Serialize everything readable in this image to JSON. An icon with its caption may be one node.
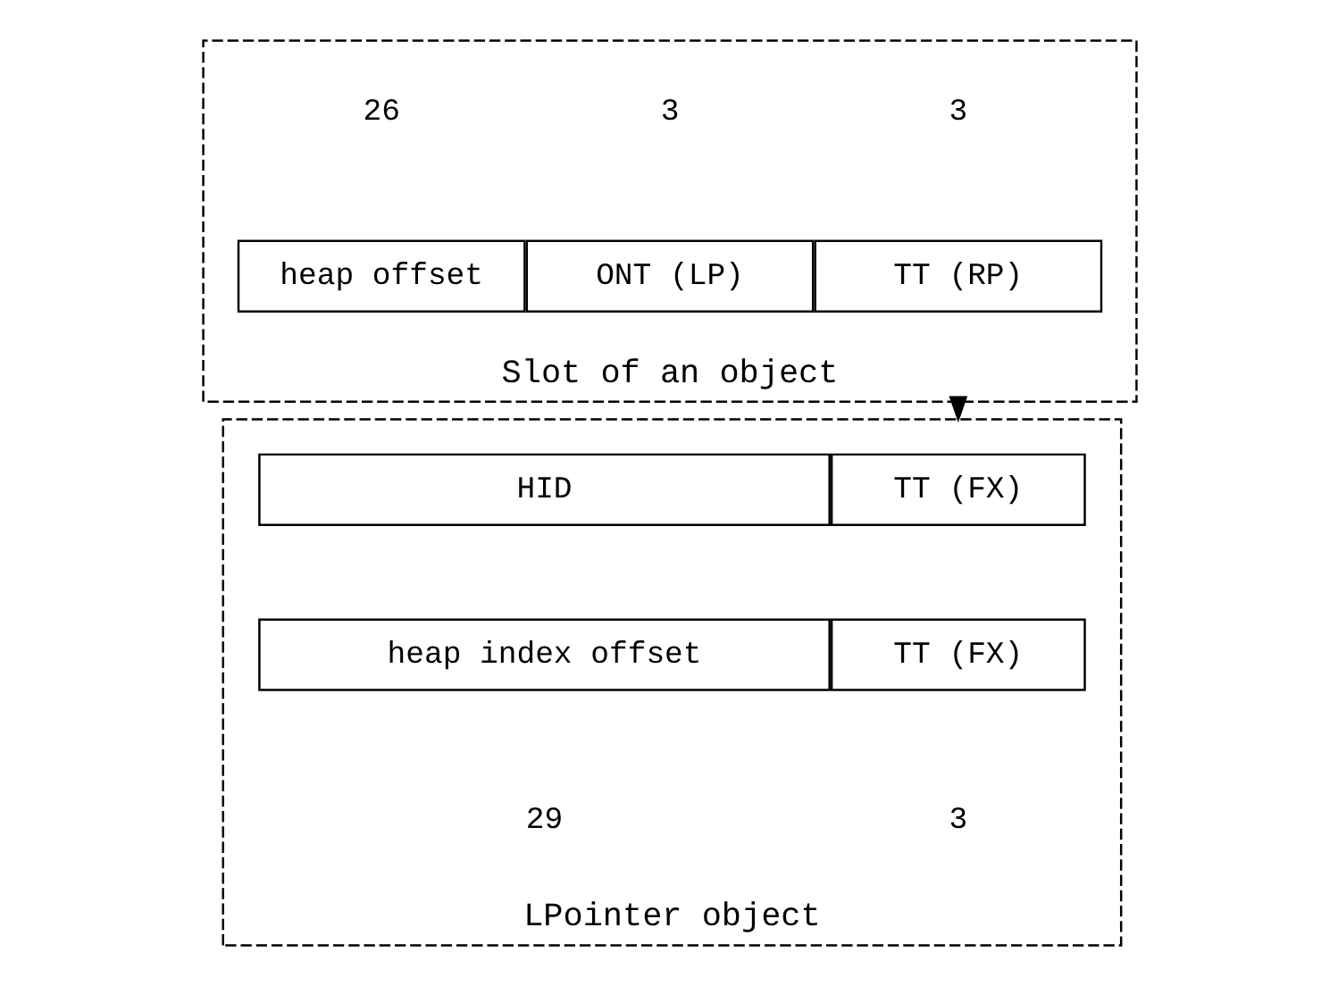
{
  "diagram": {
    "nodes": [
      {
        "text": [
          "Slot of an object"
        ]
      },
      {
        "text": [
          "heap offset"
        ],
        "in": 0
      },
      {
        "text": [
          "ONT (LP)"
        ],
        "in": 0
      },
      {
        "text": [
          "TT (RP)"
        ],
        "in": 0
      },
      {
        "text": [
          "LPointer object"
        ]
      },
      {
        "text": [
          "HID"
        ],
        "in": 4
      },
      {
        "text": [
          "TT (FX)"
        ],
        "in": 4
      },
      {
        "text": [
          "heap index offset"
        ],
        "in": 4
      },
      {
        "text": [
          "TT (FX)"
        ],
        "in": 4
      }
    ],
    "edges": [
      {
        "from": 0,
        "to": 4,
        "arrow": "to"
      }
    ],
    "labels": [
      "26",
      "3",
      "3",
      "29",
      "3"
    ]
  }
}
